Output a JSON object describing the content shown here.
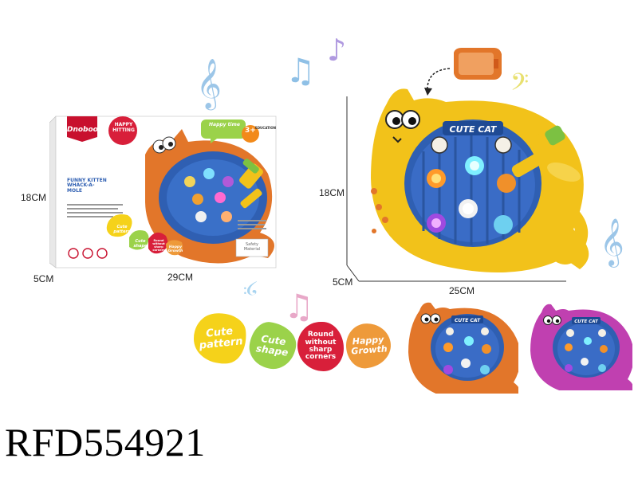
{
  "box": {
    "brand": "Dnoboor",
    "tagline": "HAPPY HITTING",
    "speech": "Happy time",
    "age_big": "3+",
    "age_small": "EDUCATION",
    "title_lines": [
      "FUNNY KITTEN",
      "WHACK-A-",
      "MOLE"
    ],
    "bubble_a": "Cute pattern",
    "bubble_b": "Cute shape",
    "bubble_c": "Round without sharp corners",
    "bubble_d": "Happy Growth",
    "safety": "Safety Material"
  },
  "toy_label": "CUTE CAT",
  "dimensions": {
    "box_height": "18CM",
    "box_depth": "5CM",
    "box_width": "29CM",
    "toy_height": "18CM",
    "toy_depth": "5CM",
    "toy_width": "25CM"
  },
  "features": {
    "cute_pattern": "Cute pattern",
    "cute_shape": "Cute shape",
    "round_corners": "Round without sharp corners",
    "happy_growth": "Happy Growth"
  },
  "product_code": "RFD554921",
  "colors": {
    "yellow": "#f2c21a",
    "orange": "#e2762a",
    "purple": "#c040b0",
    "board_blue": "#2f5fb2",
    "badge_yellow": "#f5d21a",
    "badge_green": "#9bd24a",
    "badge_red": "#d81f3a",
    "badge_orange": "#ee9a3a"
  },
  "icons": [
    "treble-clef-icon",
    "eighth-note-icon",
    "beamed-note-icon",
    "bass-clef-icon",
    "curved-arrow-icon",
    "battery-compartment-icon",
    "hammer-icon"
  ]
}
